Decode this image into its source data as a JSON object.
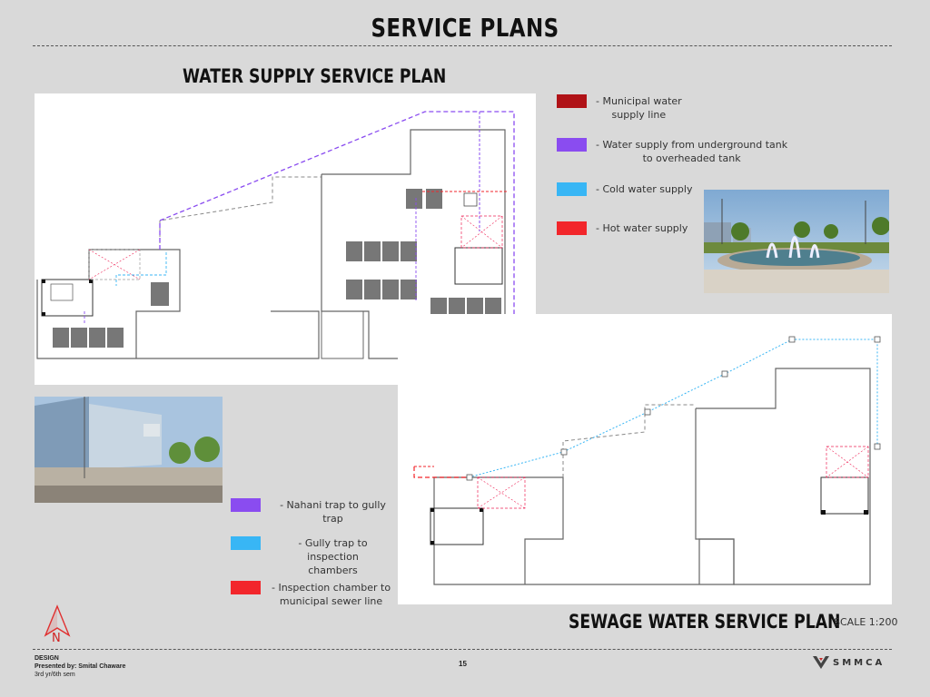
{
  "title": "SERVICE PLANS",
  "water_plan": {
    "heading": "WATER SUPPLY SERVICE PLAN",
    "legend": [
      {
        "color": "#b01217",
        "line1": "- Municipal water",
        "line2": "supply line"
      },
      {
        "color": "#8a4cf0",
        "line1": "- Water supply from underground tank",
        "line2": "to overheaded tank"
      },
      {
        "color": "#38b6f5",
        "line1": "- Cold water supply",
        "line2": ""
      },
      {
        "color": "#f2262b",
        "line1": "- Hot water supply",
        "line2": ""
      }
    ]
  },
  "sewage_plan": {
    "heading": "SEWAGE WATER SERVICE PLAN",
    "legend": [
      {
        "color": "#8a4cf0",
        "line1": "- Nahani trap to gully trap",
        "line2": ""
      },
      {
        "color": "#38b6f5",
        "line1": "- Gully trap to inspection",
        "line2": "chambers"
      },
      {
        "color": "#f2262b",
        "line1": "- Inspection chamber to",
        "line2": "municipal sewer line"
      }
    ]
  },
  "scale": "SCALE 1:200",
  "north_label": "N",
  "footer": {
    "line1": "DESIGN",
    "line2": "Presented by: Smital Chaware",
    "line3": "3rd yr/6th sem",
    "page_number": "15",
    "logo_text": "SMMCA"
  },
  "colors": {
    "background": "#d9d9d9",
    "panel": "#ffffff",
    "purple": "#8a4cf0",
    "cyan": "#38b6f5",
    "red": "#f2262b",
    "dark_red": "#b01217"
  }
}
